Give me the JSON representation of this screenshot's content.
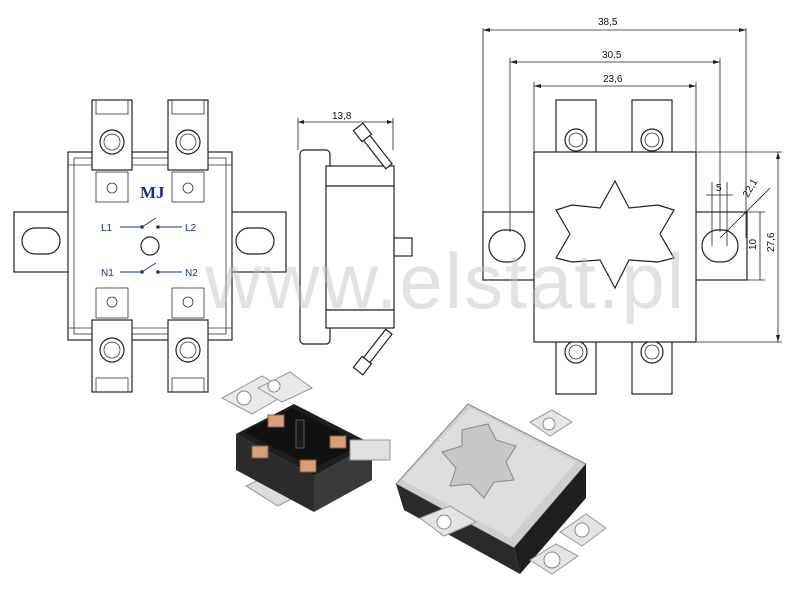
{
  "watermark": "www.elstat.pl",
  "front_view": {
    "brand": "MJ",
    "labels": {
      "l1": "L1",
      "l2": "L2",
      "n1": "N1",
      "n2": "N2"
    }
  },
  "side_view": {
    "width": "13,8"
  },
  "top_view": {
    "dim_overall": "38,5",
    "dim_holes": "30,5",
    "dim_body": "23,6",
    "dim_slot": "5",
    "dim_slot_height": "10",
    "dim_radius": "22,1",
    "dim_height": "27,6"
  },
  "colors": {
    "label_blue": "#1a2aa0",
    "watermark": "#bfbfbf"
  }
}
